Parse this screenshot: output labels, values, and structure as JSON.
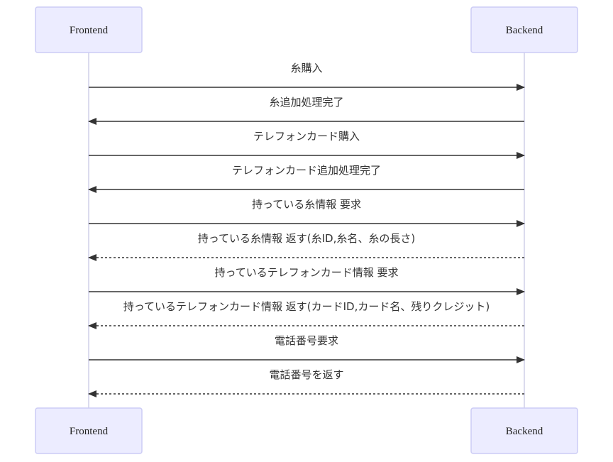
{
  "participants": [
    {
      "id": "frontend",
      "label": "Frontend"
    },
    {
      "id": "backend",
      "label": "Backend"
    }
  ],
  "messages": [
    {
      "from": "frontend",
      "to": "backend",
      "label": "糸購入",
      "style": "solid"
    },
    {
      "from": "backend",
      "to": "frontend",
      "label": "糸追加処理完了",
      "style": "solid"
    },
    {
      "from": "frontend",
      "to": "backend",
      "label": "テレフォンカード購入",
      "style": "solid"
    },
    {
      "from": "backend",
      "to": "frontend",
      "label": "テレフォンカード追加処理完了",
      "style": "solid"
    },
    {
      "from": "frontend",
      "to": "backend",
      "label": "持っている糸情報 要求",
      "style": "solid"
    },
    {
      "from": "backend",
      "to": "frontend",
      "label": "持っている糸情報 返す(糸ID,糸名、糸の長さ)",
      "style": "dotted"
    },
    {
      "from": "frontend",
      "to": "backend",
      "label": "持っているテレフォンカード情報 要求",
      "style": "solid"
    },
    {
      "from": "backend",
      "to": "frontend",
      "label": "持っているテレフォンカード情報 返す(カードID,カード名、残りクレジット)",
      "style": "dotted"
    },
    {
      "from": "frontend",
      "to": "backend",
      "label": "電話番号要求",
      "style": "solid"
    },
    {
      "from": "backend",
      "to": "frontend",
      "label": "電話番号を返す",
      "style": "dotted"
    }
  ]
}
